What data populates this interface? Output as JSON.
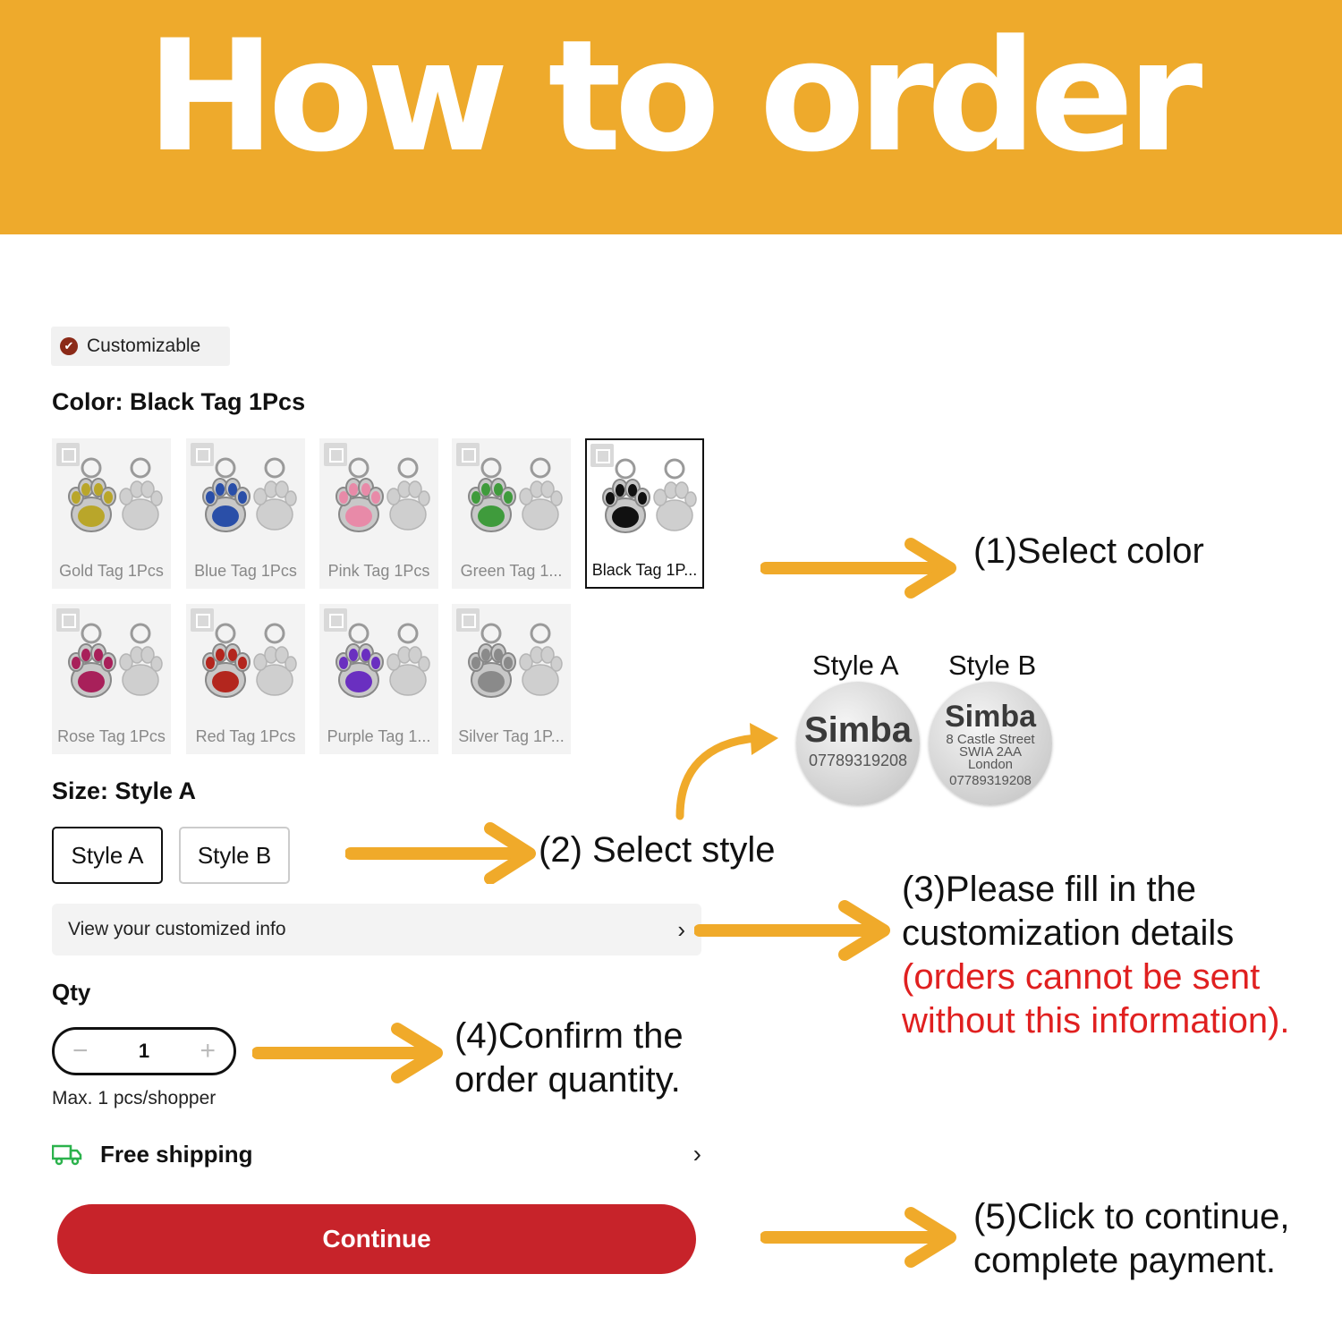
{
  "banner": {
    "title": "How to order"
  },
  "badge": {
    "label": "Customizable"
  },
  "color": {
    "heading": "Color: Black Tag 1Pcs",
    "swatches": [
      {
        "label": "Gold Tag 1Pcs",
        "color": "#b9a62a"
      },
      {
        "label": "Blue Tag 1Pcs",
        "color": "#2a4fa8"
      },
      {
        "label": "Pink Tag 1Pcs",
        "color": "#e88aa8"
      },
      {
        "label": "Green Tag 1...",
        "color": "#3f9b3c"
      },
      {
        "label": "Black Tag 1P...",
        "color": "#111111"
      },
      {
        "label": "Rose Tag 1Pcs",
        "color": "#a8205a"
      },
      {
        "label": "Red Tag 1Pcs",
        "color": "#b3261e"
      },
      {
        "label": "Purple Tag 1...",
        "color": "#6a2fc0"
      },
      {
        "label": "Silver Tag 1P...",
        "color": "#8a8a8a"
      }
    ]
  },
  "size": {
    "heading": "Size: Style A",
    "options": [
      "Style A",
      "Style B"
    ]
  },
  "customized_info": {
    "label": "View your customized info",
    "chevron": "›"
  },
  "qty": {
    "heading": "Qty",
    "minus": "−",
    "value": "1",
    "plus": "+",
    "max_note": "Max. 1 pcs/shopper"
  },
  "shipping": {
    "label": "Free shipping",
    "chevron": "›",
    "icon": "truck-icon"
  },
  "continue_label": "Continue",
  "preview": {
    "style_a": {
      "label": "Style A",
      "name": "Simba",
      "phone": "07789319208"
    },
    "style_b": {
      "label": "Style B",
      "name": "Simba",
      "line1": "8 Castle Street",
      "line2": "SWIA 2AA",
      "line3": "London",
      "phone": "07789319208"
    }
  },
  "callouts": {
    "step1": "(1)Select color",
    "step2": "(2) Select style",
    "step3_line1": "(3)Please fill in the",
    "step3_line2": "customization details",
    "step3_warn1": "(orders cannot be sent",
    "step3_warn2": "without this information).",
    "step4_line1": "(4)Confirm the",
    "step4_line2": "order quantity.",
    "step5_line1": "(5)Click to continue,",
    "step5_line2": "complete payment."
  },
  "colors": {
    "banner": "#eeaa2c",
    "arrow": "#f0aa2a",
    "continue": "#c7232a",
    "warning": "#e02020",
    "shipping_icon": "#2bb24c"
  }
}
